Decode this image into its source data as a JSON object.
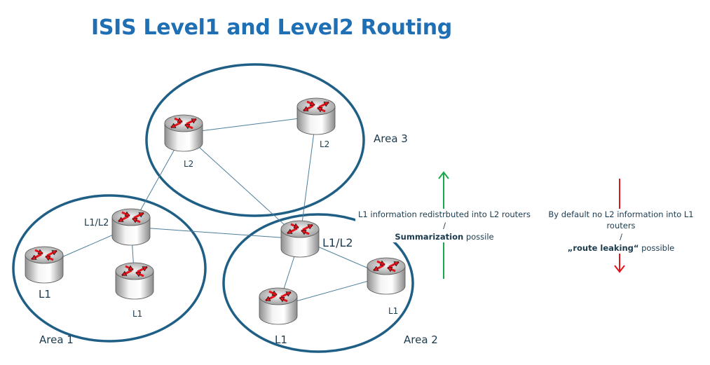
{
  "title": "ISIS Level1 and Level2 Routing",
  "colors": {
    "title": "#1f6fb5",
    "area_ring": "#1f5f86",
    "link": "#4d7f9c",
    "text": "#1b3a4d",
    "arrow_up": "#1aa84c",
    "arrow_down": "#e3131b",
    "router_arrow": "#e3131b"
  },
  "areas": [
    {
      "id": "area3",
      "label": "Area 3"
    },
    {
      "id": "area1",
      "label": "Area 1"
    },
    {
      "id": "area2",
      "label": "Area 2"
    }
  ],
  "routers": [
    {
      "id": "a3-left",
      "label": "L2",
      "area": "area3"
    },
    {
      "id": "a3-right",
      "label": "L2",
      "area": "area3"
    },
    {
      "id": "a1-core",
      "label": "L1/L2",
      "area": "area1"
    },
    {
      "id": "a1-left",
      "label": "L1",
      "area": "area1"
    },
    {
      "id": "a1-bottom",
      "label": "L1",
      "area": "area1"
    },
    {
      "id": "a2-core",
      "label": "L1/L2",
      "area": "area2"
    },
    {
      "id": "a2-right",
      "label": "L1",
      "area": "area2"
    },
    {
      "id": "a2-bottom",
      "label": "L1",
      "area": "area2"
    }
  ],
  "links": [
    [
      "a3-left",
      "a3-right"
    ],
    [
      "a3-left",
      "a1-core"
    ],
    [
      "a3-left",
      "a2-core"
    ],
    [
      "a3-right",
      "a2-core"
    ],
    [
      "a1-core",
      "a1-left"
    ],
    [
      "a1-core",
      "a1-bottom"
    ],
    [
      "a1-core",
      "a2-core"
    ],
    [
      "a2-core",
      "a2-right"
    ],
    [
      "a2-core",
      "a2-bottom"
    ],
    [
      "a2-bottom",
      "a2-right"
    ]
  ],
  "notes": {
    "up": {
      "line1": "L1 information redistrbuted into L2 routers",
      "sep": "/",
      "bold": "Summarization",
      "rest": " possile"
    },
    "down": {
      "line1": "By default no L2 information into L1 routers",
      "sep": "/",
      "bold": "„route leaking“",
      "rest": " possible"
    }
  }
}
